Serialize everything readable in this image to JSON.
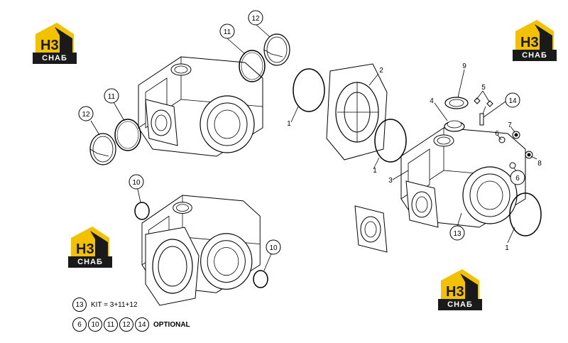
{
  "callouts": {
    "c1a": "1",
    "c1b": "1",
    "c1c": "1",
    "c2": "2",
    "c3": "3",
    "c4": "4",
    "c5": "5",
    "c6a": "6",
    "c6b": "6",
    "c7": "7",
    "c8": "8",
    "c9": "9",
    "c10a": "10",
    "c10b": "10",
    "c11a": "11",
    "c11b": "11",
    "c12a": "12",
    "c12b": "12",
    "c13": "13",
    "c14": "14"
  },
  "legend": {
    "kit_number": "13",
    "kit_text": "KIT = 3+11+12",
    "optional_numbers": [
      "6",
      "10",
      "11",
      "12",
      "14"
    ],
    "optional_text": "OPTIONAL"
  },
  "logo": {
    "letters": "H3",
    "word": "СНАБ",
    "colors": {
      "yellow": "#f2c200",
      "dark": "#1a1a1a"
    }
  }
}
